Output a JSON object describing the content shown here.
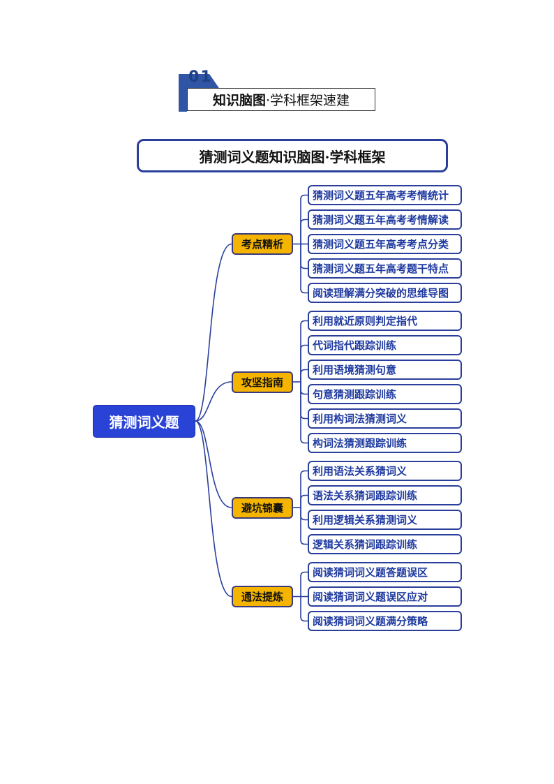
{
  "section": {
    "number": "01",
    "title_bold": "知识脑图",
    "title_rest": "·学科框架速建"
  },
  "banner": "猜测词义题知识脑图·学科框架",
  "root": "猜测词义题",
  "branches": [
    {
      "label": "考点精析",
      "items": [
        "猜测词义题五年高考考情统计",
        "猜测词义题五年高考考情解读",
        "猜测词义题五年高考考点分类",
        "猜测词义题五年高考题干特点",
        "阅读理解满分突破的思维导图"
      ]
    },
    {
      "label": "攻坚指南",
      "items": [
        "利用就近原则判定指代",
        "代词指代跟踪训练",
        "利用语境猜测句意",
        "句意猜测跟踪训练",
        "利用构词法猜测词义",
        "构词法猜测跟踪训练"
      ]
    },
    {
      "label": "避坑锦囊",
      "items": [
        "利用语法关系猜词义",
        "语法关系猜词跟踪训练",
        "利用逻辑关系猜测词义",
        "逻辑关系猜词跟踪训练"
      ]
    },
    {
      "label": "通法提炼",
      "items": [
        "阅读猜词词义题答题误区",
        "阅读猜词词义题误区应对",
        "阅读猜词词义题满分策略"
      ]
    }
  ],
  "colors": {
    "root": "#2943d6",
    "branch": "#f4b400",
    "leaf_border": "#2a3f9c",
    "leaf_text": "#1f3aa0",
    "line": "#2a3f9c"
  }
}
